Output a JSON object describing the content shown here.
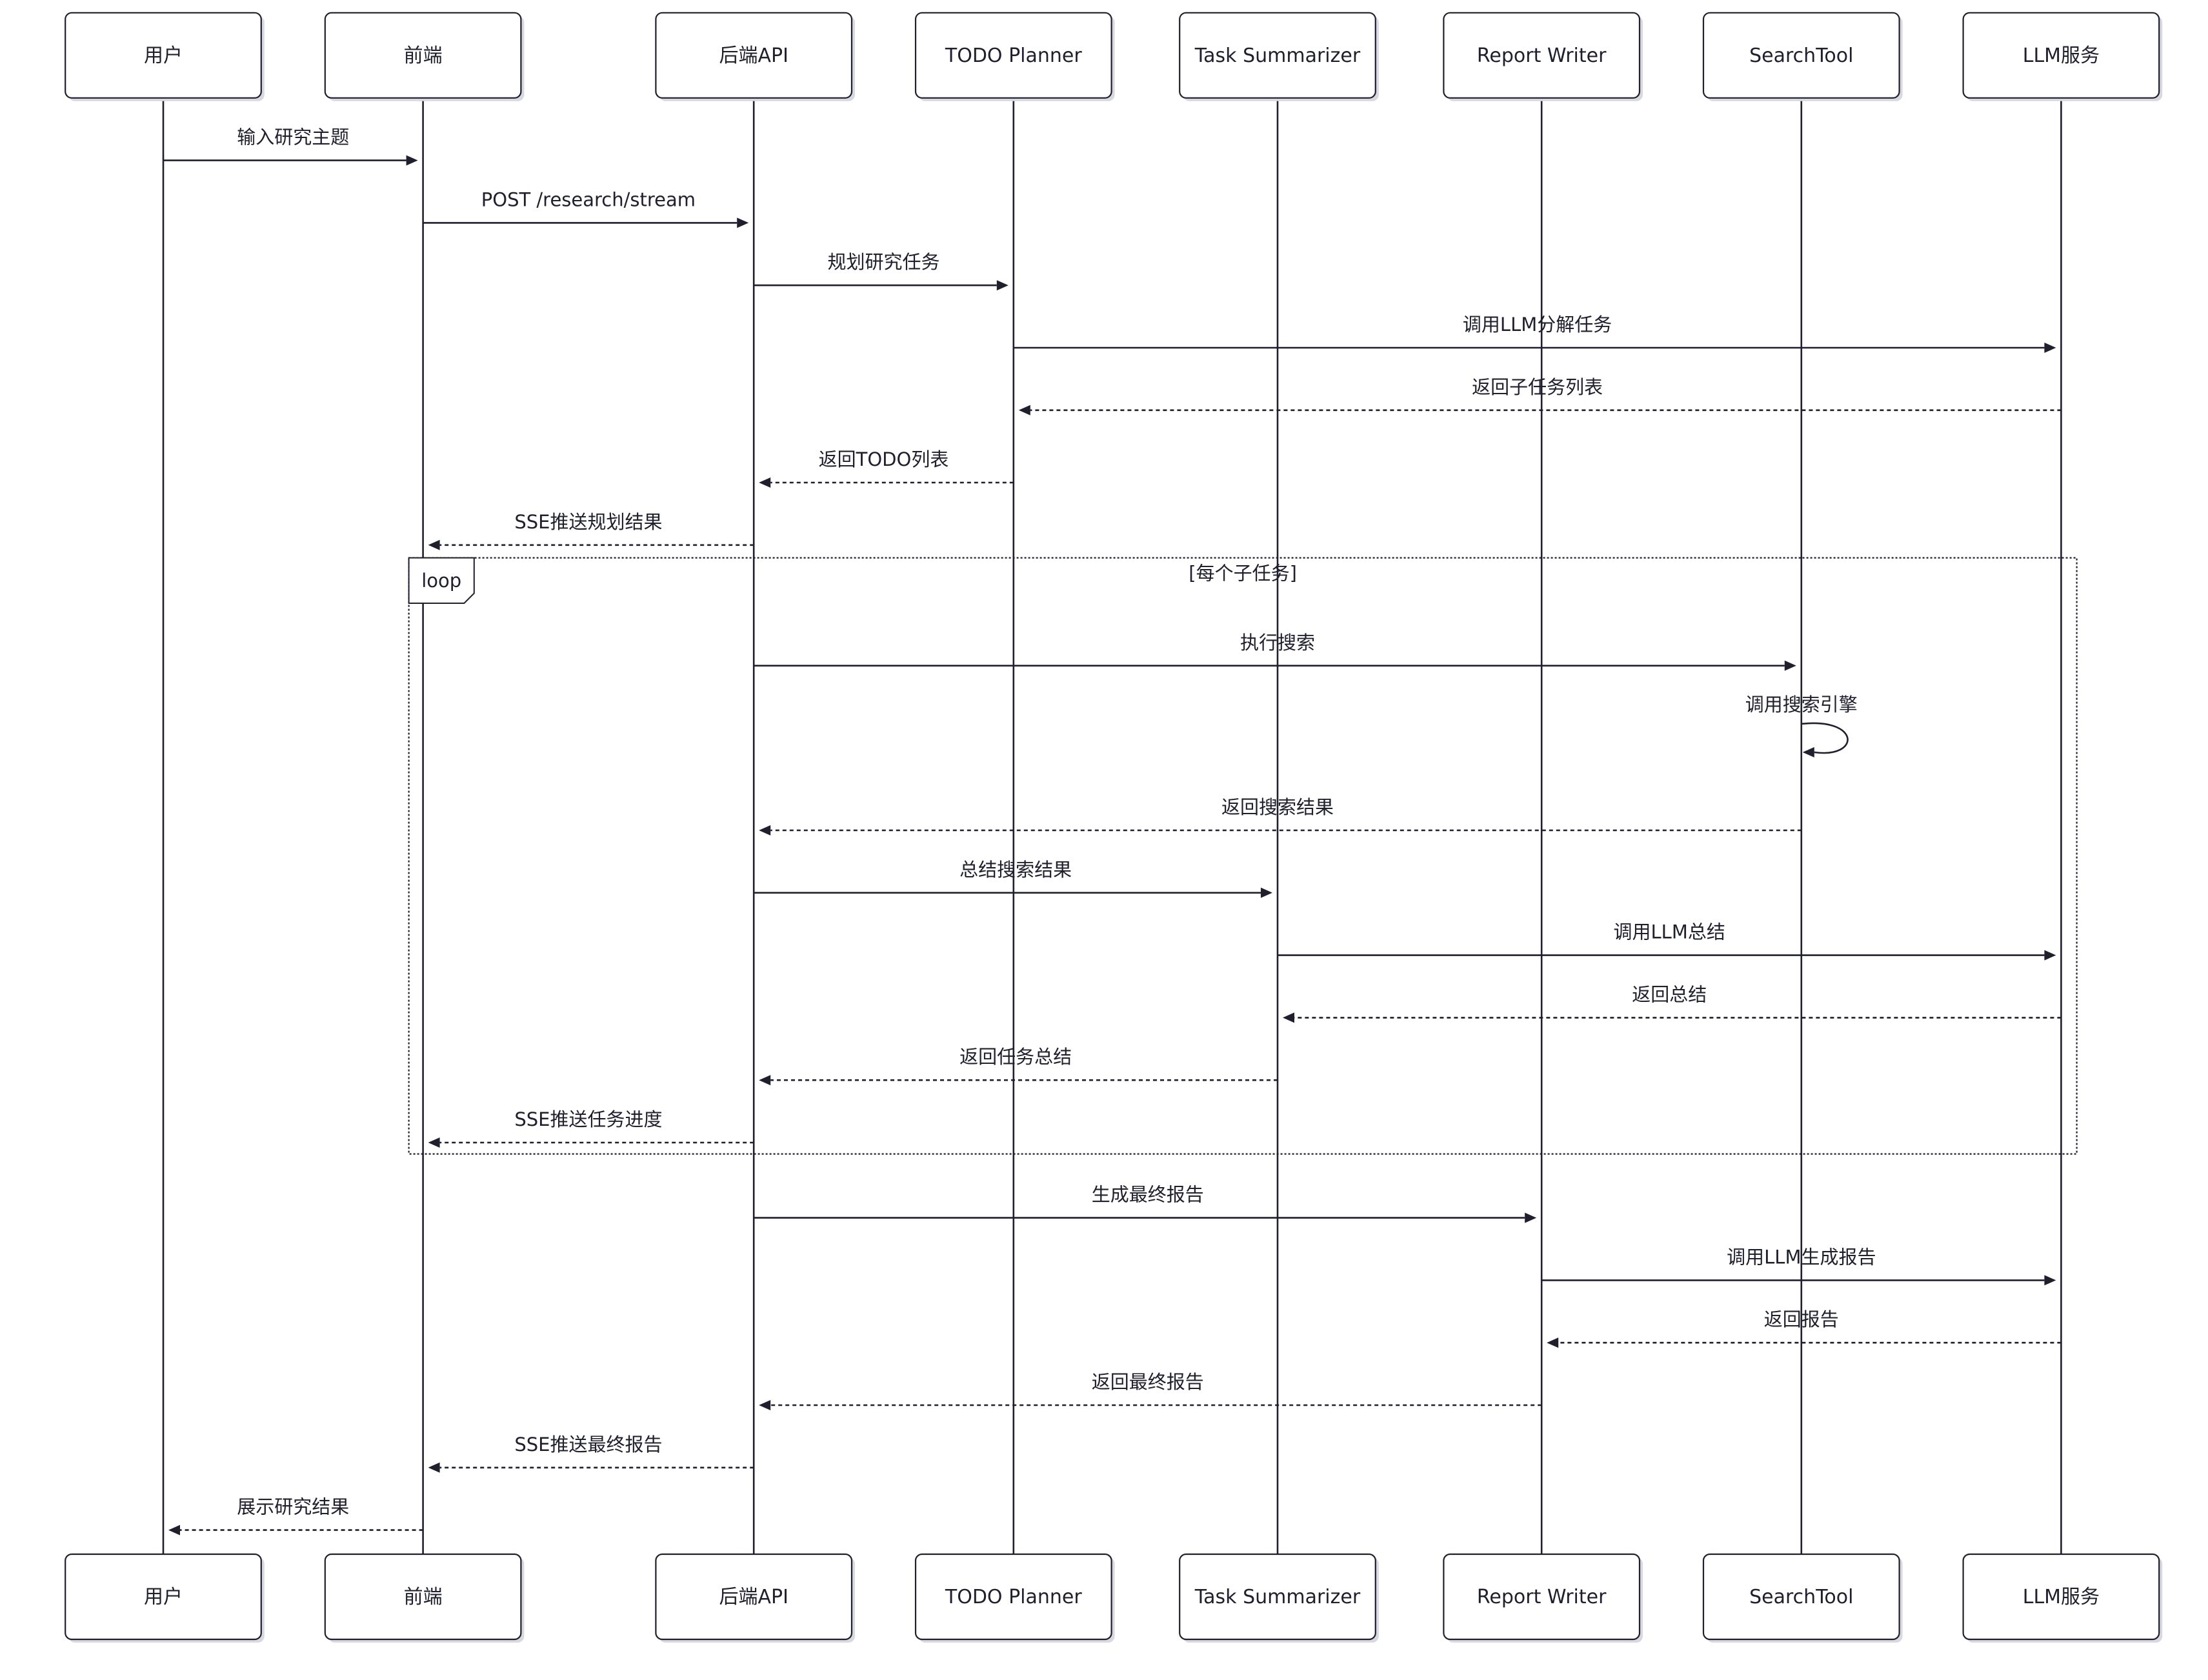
{
  "actors": [
    {
      "id": "user",
      "label": "用户"
    },
    {
      "id": "frontend",
      "label": "前端"
    },
    {
      "id": "backend",
      "label": "后端API"
    },
    {
      "id": "planner",
      "label": "TODO Planner"
    },
    {
      "id": "summarizer",
      "label": "Task Summarizer"
    },
    {
      "id": "writer",
      "label": "Report Writer"
    },
    {
      "id": "search",
      "label": "SearchTool"
    },
    {
      "id": "llm",
      "label": "LLM服务"
    }
  ],
  "messages": [
    {
      "from": "user",
      "to": "frontend",
      "label": "输入研究主题",
      "style": "solid"
    },
    {
      "from": "frontend",
      "to": "backend",
      "label": "POST /research/stream",
      "style": "solid"
    },
    {
      "from": "backend",
      "to": "planner",
      "label": "规划研究任务",
      "style": "solid"
    },
    {
      "from": "planner",
      "to": "llm",
      "label": "调用LLM分解任务",
      "style": "solid"
    },
    {
      "from": "llm",
      "to": "planner",
      "label": "返回子任务列表",
      "style": "dashed"
    },
    {
      "from": "planner",
      "to": "backend",
      "label": "返回TODO列表",
      "style": "dashed"
    },
    {
      "from": "backend",
      "to": "frontend",
      "label": "SSE推送规划结果",
      "style": "dashed"
    },
    {
      "from": "backend",
      "to": "search",
      "label": "执行搜索",
      "style": "solid"
    },
    {
      "from": "search",
      "to": "search",
      "label": "调用搜索引擎",
      "style": "self"
    },
    {
      "from": "search",
      "to": "backend",
      "label": "返回搜索结果",
      "style": "dashed"
    },
    {
      "from": "backend",
      "to": "summarizer",
      "label": "总结搜索结果",
      "style": "solid"
    },
    {
      "from": "summarizer",
      "to": "llm",
      "label": "调用LLM总结",
      "style": "solid"
    },
    {
      "from": "llm",
      "to": "summarizer",
      "label": "返回总结",
      "style": "dashed"
    },
    {
      "from": "summarizer",
      "to": "backend",
      "label": "返回任务总结",
      "style": "dashed"
    },
    {
      "from": "backend",
      "to": "frontend",
      "label": "SSE推送任务进度",
      "style": "dashed"
    },
    {
      "from": "backend",
      "to": "writer",
      "label": "生成最终报告",
      "style": "solid"
    },
    {
      "from": "writer",
      "to": "llm",
      "label": "调用LLM生成报告",
      "style": "solid"
    },
    {
      "from": "llm",
      "to": "writer",
      "label": "返回报告",
      "style": "dashed"
    },
    {
      "from": "writer",
      "to": "backend",
      "label": "返回最终报告",
      "style": "dashed"
    },
    {
      "from": "backend",
      "to": "frontend",
      "label": "SSE推送最终报告",
      "style": "dashed"
    },
    {
      "from": "frontend",
      "to": "user",
      "label": "展示研究结果",
      "style": "dashed"
    }
  ],
  "loop": {
    "label": "loop",
    "condition": "[每个子任务]",
    "first_message": 7,
    "last_message": 14
  }
}
